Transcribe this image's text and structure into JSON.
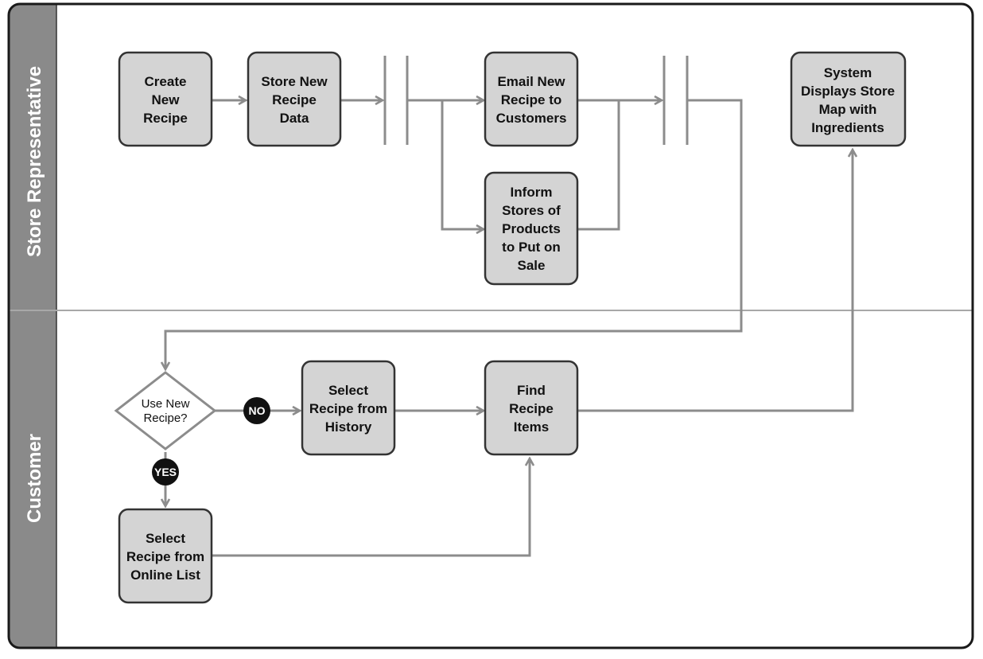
{
  "lanes": [
    {
      "id": "store",
      "label": "Store Representative"
    },
    {
      "id": "customer",
      "label": "Customer"
    }
  ],
  "nodes": [
    {
      "id": "create-new-recipe",
      "lines": [
        "Create",
        "New",
        "Recipe"
      ]
    },
    {
      "id": "store-new-recipe-data",
      "lines": [
        "Store New",
        "Recipe",
        "Data"
      ]
    },
    {
      "id": "email-new-recipe",
      "lines": [
        "Email New",
        "Recipe to",
        "Customers"
      ]
    },
    {
      "id": "inform-stores",
      "lines": [
        "Inform",
        "Stores of",
        "Products",
        "to Put on",
        "Sale"
      ]
    },
    {
      "id": "system-displays-map",
      "lines": [
        "System",
        "Displays Store",
        "Map with",
        "Ingredients"
      ]
    },
    {
      "id": "select-from-history",
      "lines": [
        "Select",
        "Recipe from",
        "History"
      ]
    },
    {
      "id": "find-recipe-items",
      "lines": [
        "Find",
        "Recipe",
        "Items"
      ]
    },
    {
      "id": "select-from-online-list",
      "lines": [
        "Select",
        "Recipe from",
        "Online List"
      ]
    }
  ],
  "decision": {
    "lines": [
      "Use New",
      "Recipe?"
    ]
  },
  "badges": {
    "no": "NO",
    "yes": "YES"
  }
}
